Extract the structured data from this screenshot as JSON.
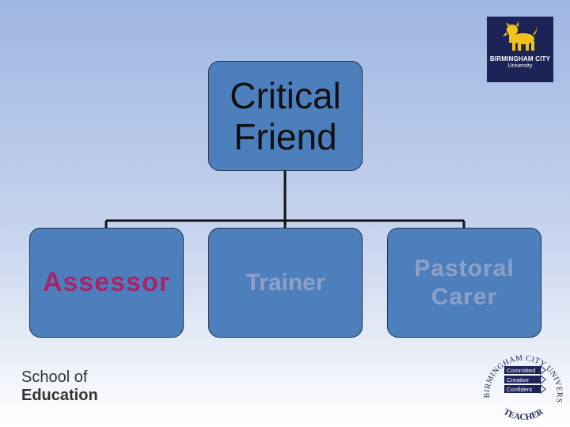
{
  "diagram": {
    "root": {
      "lines": [
        "Critical",
        "Friend"
      ]
    },
    "children": [
      {
        "id": "assessor",
        "label": "Assessor"
      },
      {
        "id": "trainer",
        "label": "Trainer"
      },
      {
        "id": "pastoral",
        "lines": [
          "Pastoral",
          "Carer"
        ]
      }
    ]
  },
  "university_logo": {
    "name": "BIRMINGHAM CITY",
    "sub": "University",
    "icon": "lion-icon"
  },
  "school": {
    "line1": "School of",
    "line2": "Education"
  },
  "teacher_seal": {
    "top_text": "THE BIRMINGHAM CITY UNIVERSITY",
    "bottom_text": "TEACHER",
    "items": [
      "Committed",
      "Creative",
      "Confident"
    ]
  },
  "colors": {
    "node_fill": "#4d7fbd",
    "assessor_text": "#a8246a",
    "muted_text": "#8da0c6",
    "logo_navy": "#1c2356"
  }
}
